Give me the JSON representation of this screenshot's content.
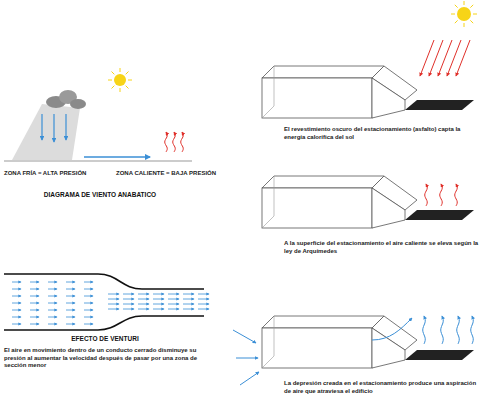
{
  "diagram": {
    "labels": [
      "ZONA FRÍA = ALTA PRESIÓN",
      "ZONA CALIENTE = BAJA PRESIÓN",
      "DIAGRAMA DE VIENTO ANABATICO",
      "EFECTO DE VENTURI",
      "El aire en movimiento dentro de un conducto cerrado disminuye su presión al aumentar la velocidad después de pasar por una zona de sección menor",
      "El revestimiento oscuro del estacionamiento (asfalto) capta la energía calorífica del sol",
      "A la superficie del estacionamiento el aire caliente se eleva según la ley de Arquímedes",
      "La depresión creada en el estacionamiento produce una aspiración de aire que atraviesa el edificio"
    ]
  }
}
